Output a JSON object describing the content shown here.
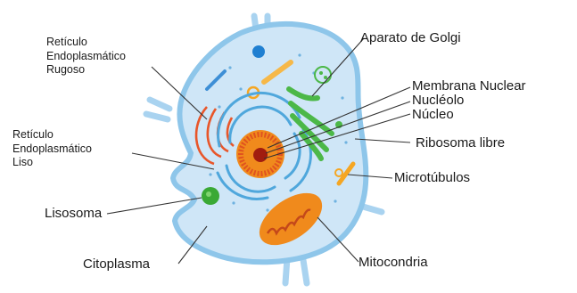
{
  "labels": {
    "rer": [
      "Retículo",
      "Endoplasmático",
      "Rugoso"
    ],
    "ser": [
      "Retículo",
      "Endoplasmático",
      "Liso"
    ],
    "lisosoma": "Lisosoma",
    "citoplasma": "Citoplasma",
    "golgi": "Aparato de Golgi",
    "membrana_nuclear": "Membrana Nuclear",
    "nucleolo": "Nucléolo",
    "nucleo": "Núcleo",
    "ribosoma": "Ribosoma libre",
    "microtubulos": "Microtúbulos",
    "mitocondria": "Mitocondria"
  },
  "colors": {
    "cell_fill": "#cfe6f7",
    "cell_border": "#8ec6ea",
    "nucleus_ring": "#4fa7dc",
    "nucleolus": "#e0531f",
    "er_rough": "#e8562a",
    "golgi": "#4cb848",
    "mitochondria": "#f08a1c",
    "lysosome": "#3aa935",
    "microtubule": "#f5a623",
    "vesicle_blue": "#1f7fd1",
    "leader_line": "#333333"
  }
}
